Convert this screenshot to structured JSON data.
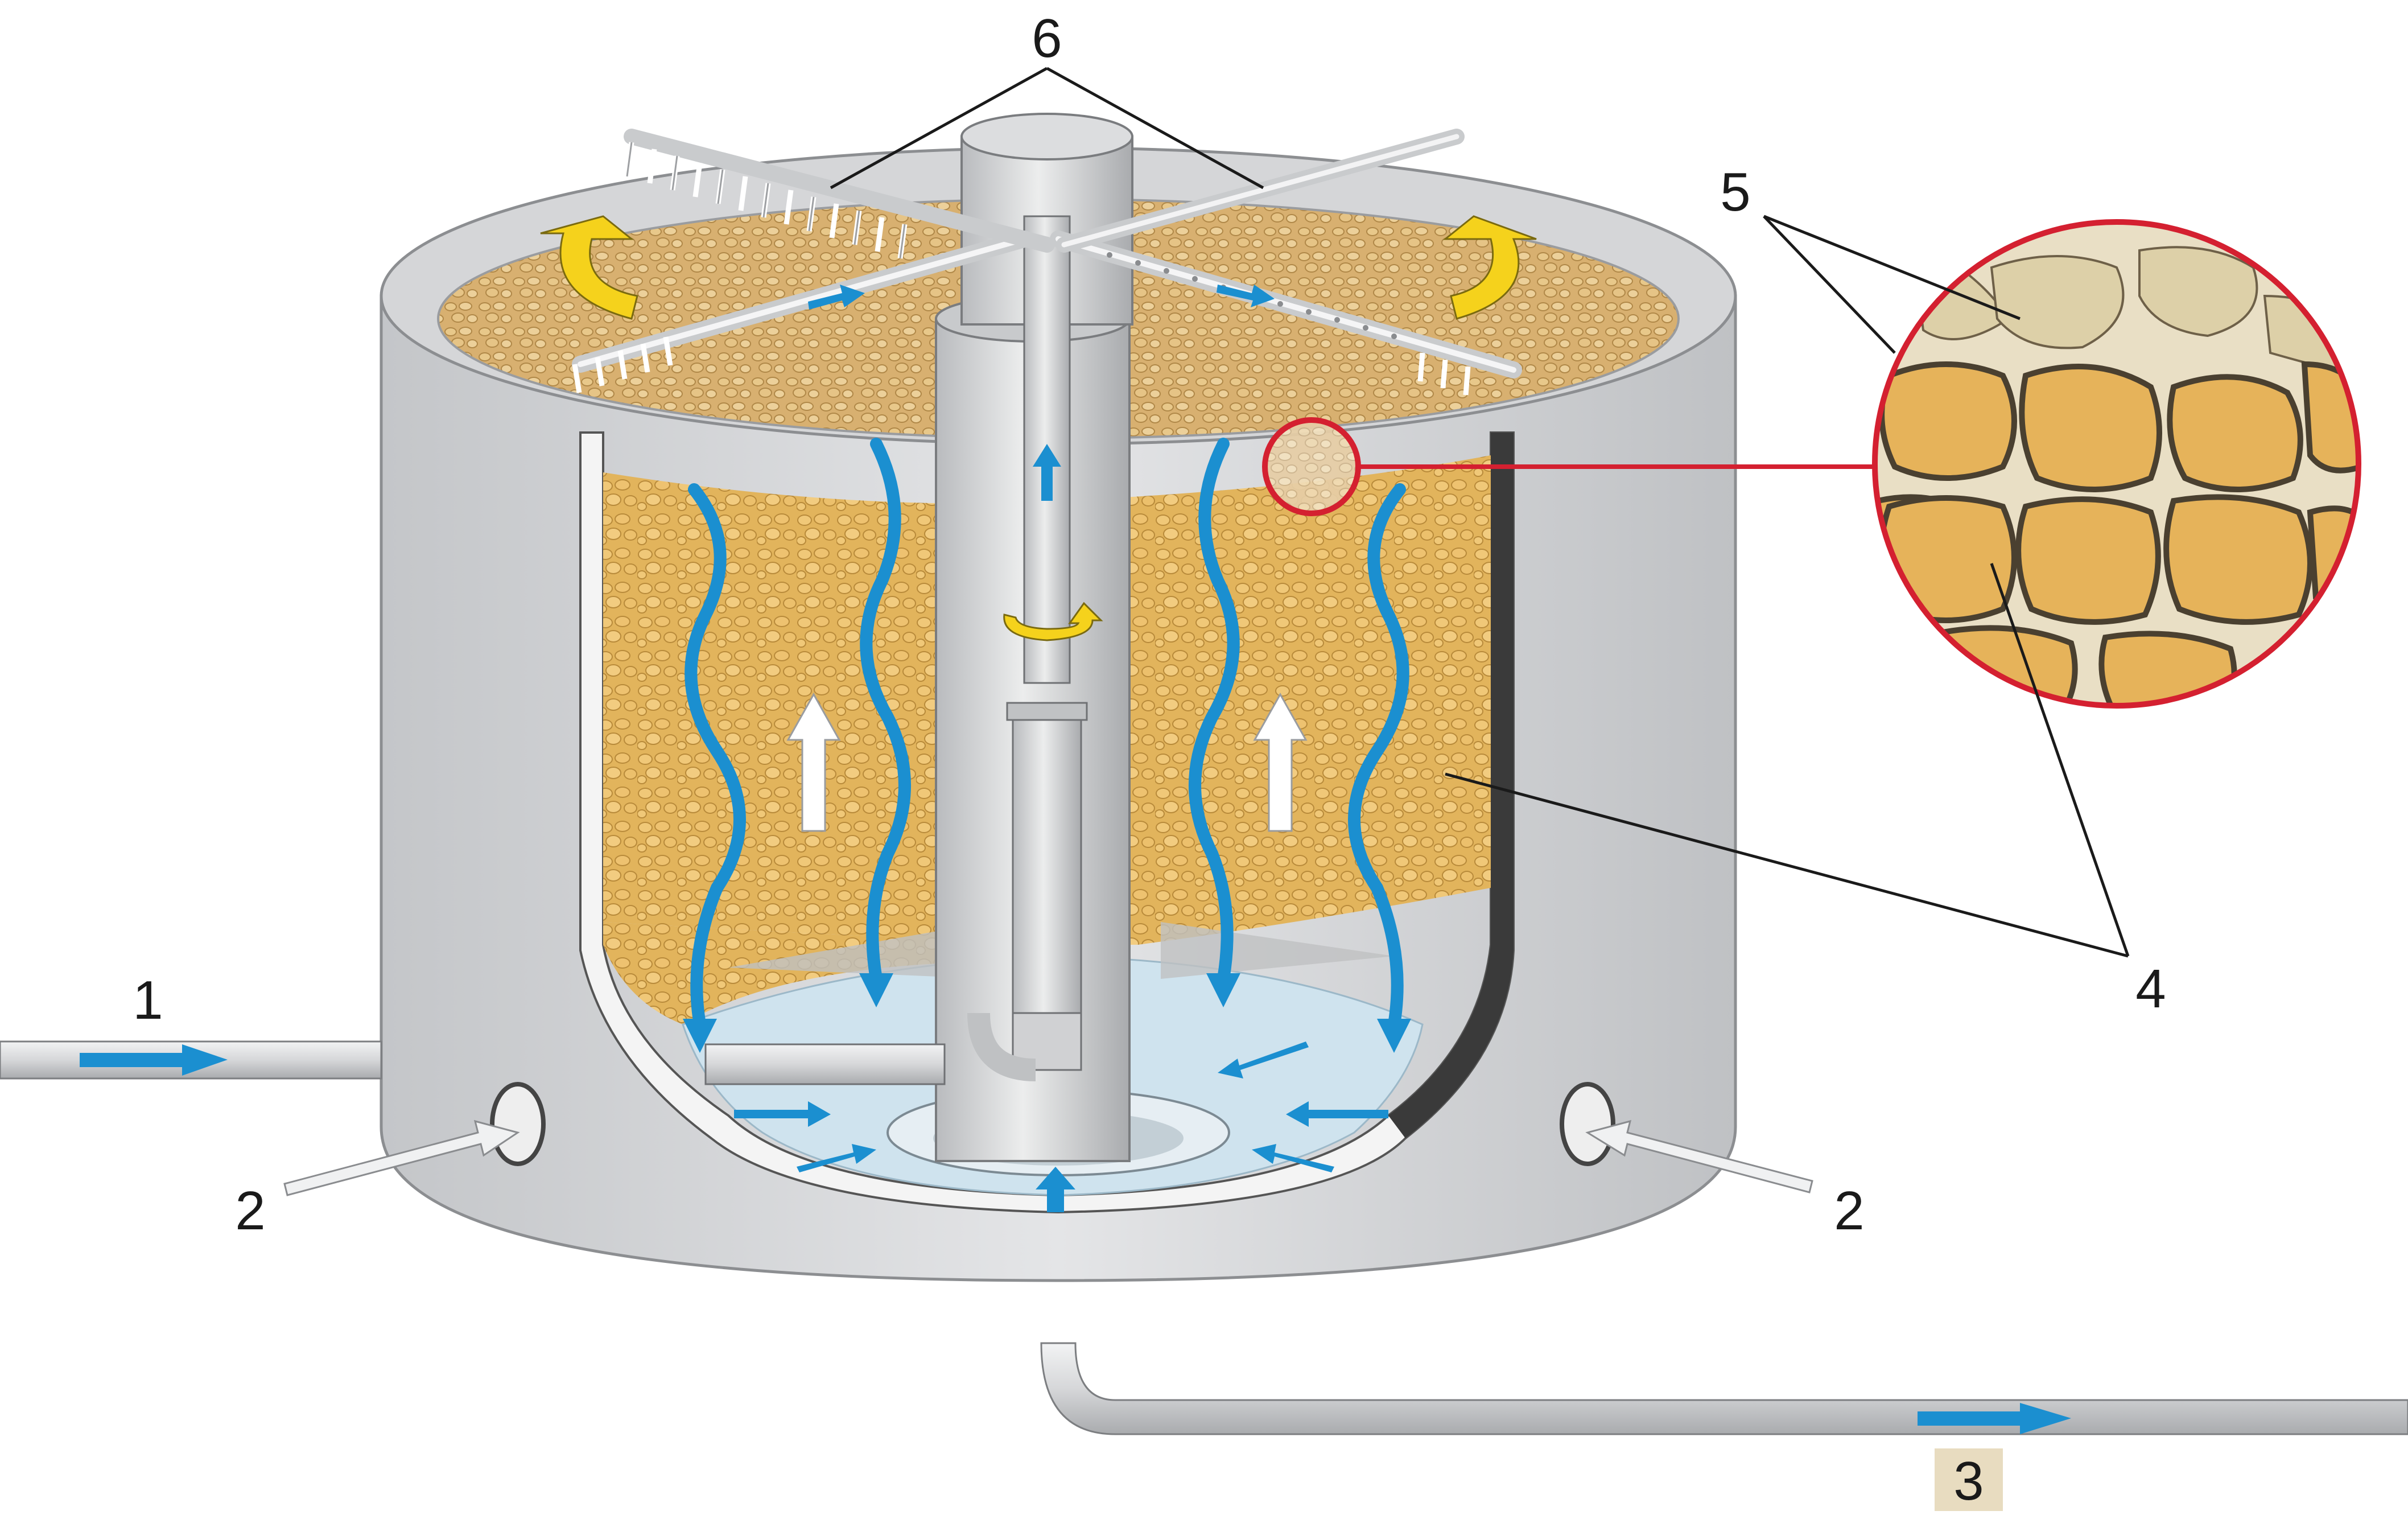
{
  "diagram": {
    "labels": {
      "inflow": "1",
      "air_inlet_left": "2",
      "air_inlet_right": "2",
      "outflow": "3",
      "grain": "4",
      "coating": "5",
      "rotor": "6"
    },
    "colors": {
      "water_arrow": "#1b8fd0",
      "rotation_arrow": "#f5d21c",
      "grain_fill": "#e2b45c",
      "tank_wall": "#d9dadc",
      "zoom_ring": "#d42030",
      "water_zone": "#cfe3ee"
    }
  }
}
